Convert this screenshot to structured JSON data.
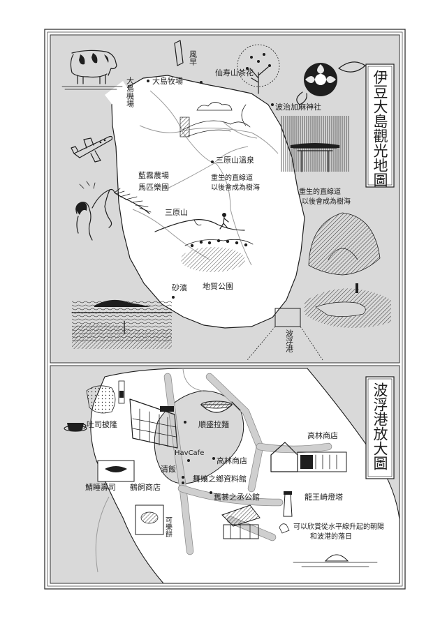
{
  "colors": {
    "paper": "#ffffff",
    "sea": "#d9d9d9",
    "land": "#ffffff",
    "ink": "#1e1e1e",
    "frame": "#333333"
  },
  "top_map": {
    "title": "伊豆大島觀光地圖",
    "places": {
      "okada_port": "大島機場",
      "oshima_pasture": "大島牧場",
      "fukumi": "風早",
      "camellia": "仙寿山茶花",
      "hadashi_shrine": "波治加麻神社",
      "mihara_onsen": "三原山溫泉",
      "road_a": "重生的直線道",
      "road_b": "以後會成為樹海",
      "farm_a": "藍霧農場",
      "farm_b": "馬匹樂園",
      "mt_mihara": "三原山",
      "sabaku": "砂濱",
      "geopark": "地質公園",
      "habu_port": "波浮港",
      "forest_a": "重生的直線道",
      "forest_b": "以後會成為樹海"
    },
    "icons": [
      "cow-icon",
      "airplane-icon",
      "horse-icon",
      "tree-icon",
      "camellia-flower-icon",
      "shrine-icon",
      "lighthouse-icon",
      "hiker-icon"
    ]
  },
  "bottom_map": {
    "title": "波浮港放大圖",
    "places": {
      "toast": "吐司披隆",
      "cafe": "HavCafe",
      "juncho": "順盛拉麵",
      "takabayashi": "高林商店",
      "takabayashi_shop": "高林商店",
      "sushi_a": "清飯",
      "sushi_b": "鯖睡壽司",
      "tsuruga": "鶴飼商店",
      "odoriko": "舞孃之鄉資料館",
      "minato": "舊甚之丞公館",
      "lighthouse": "龍王崎燈塔",
      "sunrise": "可以欣賞從水平線升起的朝陽",
      "sunrise_b": "和波港的落日",
      "cake": "可樂餅"
    }
  }
}
